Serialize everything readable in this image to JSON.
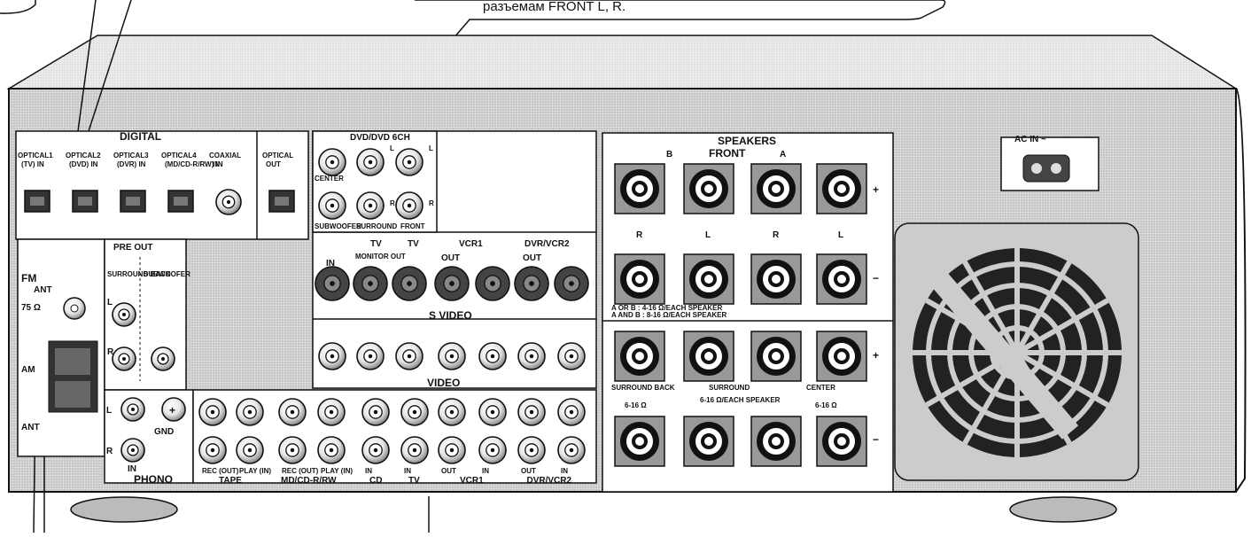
{
  "callout": {
    "text": "разъемам FRONT L, R."
  },
  "digital": {
    "title": "DIGITAL",
    "jacks": [
      {
        "name": "OPTICAL1",
        "sub": "(TV) IN",
        "type": "optical"
      },
      {
        "name": "OPTICAL2",
        "sub": "(DVD) IN",
        "type": "optical"
      },
      {
        "name": "OPTICAL3",
        "sub": "(DVR) IN",
        "type": "optical"
      },
      {
        "name": "OPTICAL4",
        "sub": "(MD/CD-R/RW) IN",
        "type": "optical"
      },
      {
        "name": "COAXIAL",
        "sub": "IN",
        "type": "coax"
      },
      {
        "name": "OPTICAL",
        "sub": "OUT",
        "type": "optical"
      }
    ]
  },
  "dvd6ch": {
    "title": "DVD/DVD 6CH",
    "center": "CENTER",
    "subwoofer": "SUBWOOFER",
    "surround": "SURROUND",
    "front": "FRONT",
    "L": "L",
    "R": "R"
  },
  "video_headers": {
    "in": "IN",
    "tv": "TV",
    "monitor_out": "MONITOR OUT",
    "vcr1": "VCR1",
    "dvr_vcr2": "DVR/VCR2",
    "out": "OUT"
  },
  "s_video": "S VIDEO",
  "video": "VIDEO",
  "pre_out": {
    "title": "PRE OUT",
    "surround_back": "SURROUND BACK",
    "subwoofer": "SUBWOOFER",
    "L": "L",
    "R": "R"
  },
  "fm": {
    "label": "FM",
    "ant": "ANT",
    "ohm": "75 Ω",
    "am": "AM",
    "ant2": "ANT"
  },
  "phono": {
    "label": "PHONO",
    "gnd": "GND",
    "in": "IN",
    "L": "L",
    "R": "R"
  },
  "analog_groups": [
    {
      "name": "TAPE",
      "left": "REC (OUT)",
      "right": "PLAY (IN)"
    },
    {
      "name": "MD/CD-R/RW",
      "left": "REC (OUT)",
      "right": "PLAY (IN)"
    },
    {
      "name": "CD",
      "left": "IN",
      "right": ""
    },
    {
      "name": "TV",
      "left": "IN",
      "right": ""
    },
    {
      "name": "VCR1",
      "left": "OUT",
      "right": "IN"
    },
    {
      "name": "DVR/VCR2",
      "left": "OUT",
      "right": "IN"
    }
  ],
  "speakers": {
    "title": "SPEAKERS",
    "b": "B",
    "front": "FRONT",
    "a": "A",
    "r": "R",
    "l": "L",
    "plus": "+",
    "minus": "−",
    "impedance_a": "A  OR  B : 4-16 Ω/EACH SPEAKER",
    "impedance_ab": "A AND B : 8-16 Ω/EACH SPEAKER",
    "surround_back": "SURROUND BACK",
    "surround": "SURROUND",
    "center": "CENTER",
    "surround_note": "6-16 Ω/EACH SPEAKER",
    "ohm1": "6-16 Ω",
    "ohm2": "6-16 Ω"
  },
  "ac_in": "AC IN ~"
}
